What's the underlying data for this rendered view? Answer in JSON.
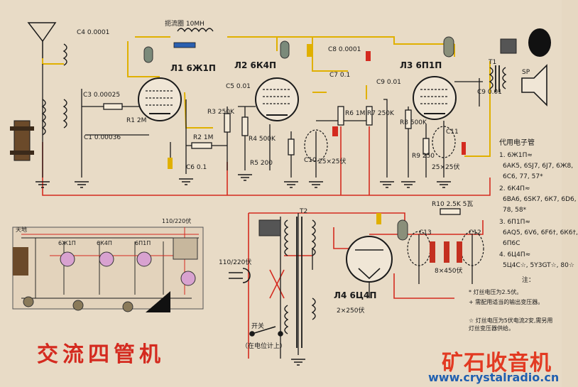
{
  "title": "交流四管机",
  "watermark": {
    "logo_text": "矿石收音机",
    "url": "www.crystalradio.cn"
  },
  "tubes": {
    "v1": "Л1 6Ж1П",
    "v2": "Л2 6К4П",
    "v3": "Л3 6П1П",
    "v4": "Л4 6Ц4П"
  },
  "components": {
    "choke": "扼流圈 10MH",
    "c4": "C4 0.0001",
    "c3": "C3 0.00025",
    "c1": "C1 0.00036",
    "r1": "R1 2M",
    "r2": "R2 1M",
    "c6": "C6 0.1",
    "c5": "C5 0.01",
    "r3": "R3 250K",
    "r4": "R4 500K",
    "r5": "R5 200",
    "c10": "C10",
    "c10v": "25×25伏",
    "c8": "C8 0.0001",
    "c7": "C7 0.1",
    "r6": "R6 1M",
    "r7": "R7 250K",
    "c9a": "C9 0.01",
    "r8": "R8 500K",
    "r9": "R9 250",
    "c11": "C11",
    "c11v": "25×25伏",
    "c9b": "C9 0.01",
    "r10": "R10 2.5K 5瓦",
    "c13": "C13",
    "c12": "C12",
    "cv": "8×450伏",
    "c2v": "2×250伏",
    "mains": "110/220伏",
    "switch": "开关",
    "switch_note": "（在电位计上）",
    "sp": "SP",
    "t1": "T1",
    "t2": "T2"
  },
  "legend": {
    "heading": "代用电子管",
    "lines": [
      "1. 6Ж1П≈",
      "6АК5, 6SJ7, 6J7, 6Ж8,",
      "6С6, 77, 57*",
      "2. 6К4П≈",
      "6ВА6, 6SК7, 6К7, 6D6,",
      "78, 58*",
      "3. 6П1П≈",
      "6АQ5, 6V6, 6F6†, 6К6†,",
      "6П6С",
      "4. 6Ц4П≈",
      "5Ц4С☆, 5Y3GT☆, 80☆"
    ],
    "note_heading": "注：",
    "notes": [
      "* 灯丝电压为2.5伏。",
      "+ 需配用适当的输出变压器。",
      "☆ 灯丝电压为5伏电流2安,需另用灯丝变压器供给。"
    ]
  },
  "layout_panel": {
    "label_ant": "天地",
    "label_mains": "110/220伏",
    "tube1": "6Ж1П",
    "tube2": "6К4П",
    "tube3": "6П1П"
  }
}
